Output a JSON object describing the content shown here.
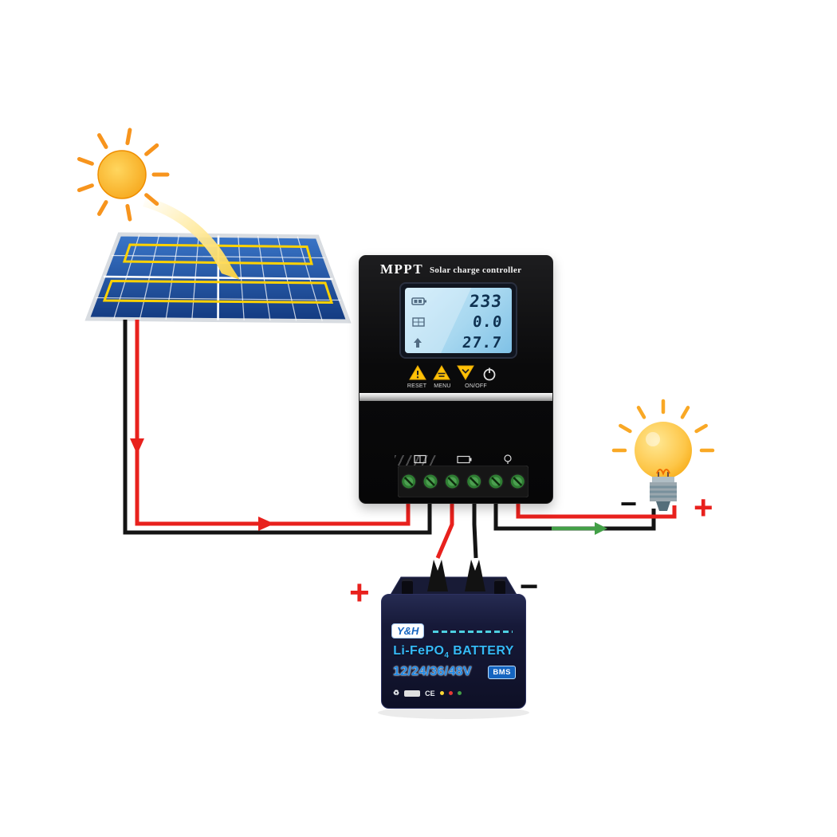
{
  "scene": {
    "sun": {
      "icon": "sun-icon",
      "color": "#f9a825"
    },
    "solar_panel": {
      "icon": "solar-panel",
      "color": "#2f6bc0",
      "highlight_color": "#ffd200"
    },
    "controller": {
      "brand": "MPPT",
      "title": "Solar charge controller",
      "lcd": {
        "line1": "233",
        "line2": "0.0",
        "line3": "27.7"
      },
      "buttons": [
        {
          "label": "RESET",
          "icon": "warning-triangle-icon"
        },
        {
          "label": "MENU",
          "icon": "menu-triangle-icon"
        },
        {
          "label": "ON/OFF",
          "icon": "down-triangle-icon"
        }
      ],
      "power_icon": "power-icon",
      "terminals": {
        "count": 6,
        "color": "#2e7d32",
        "groups": [
          "pv",
          "battery",
          "load"
        ]
      }
    },
    "battery": {
      "brand": "Y&H",
      "name_prefix": "Li-FePO",
      "name_sub": "4",
      "name_suffix": " BATTERY",
      "voltages": "12/24/36/48V",
      "badge": "BMS",
      "positive_label": "+",
      "negative_label": "−",
      "certifications": {
        "recycle": "♻",
        "ce": "CE"
      }
    },
    "bulb": {
      "icon": "light-bulb-icon",
      "positive_label": "+",
      "negative_label": "−"
    }
  },
  "colors": {
    "wire_positive": "#e8211d",
    "wire_negative": "#141414",
    "arrow_green": "#43a047",
    "lcd_screen": "#a8d8f0",
    "terminal_green": "#2e7d32",
    "battery_accent": "#35baf6",
    "badge_blue": "#1565c0"
  }
}
